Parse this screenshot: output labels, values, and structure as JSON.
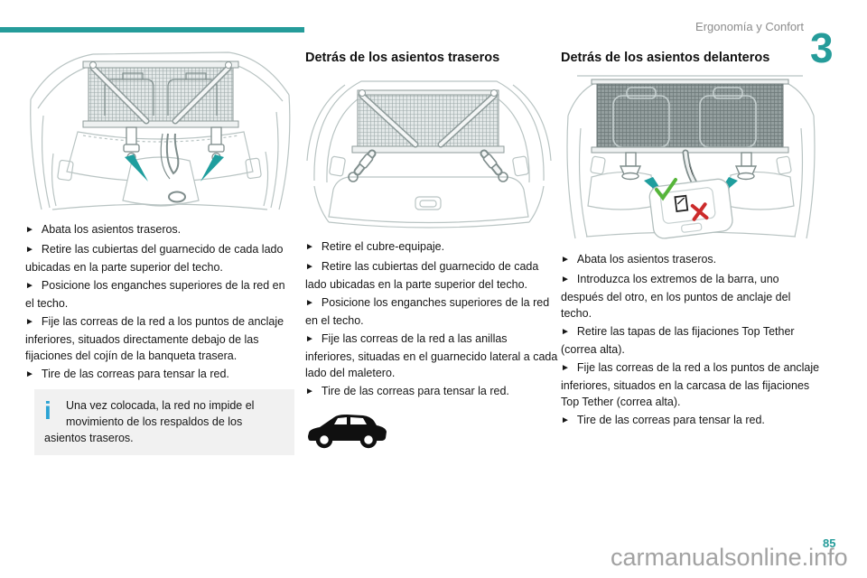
{
  "header": {
    "section_title": "Ergonomía y Confort",
    "chapter_number": "3"
  },
  "glyphs": {
    "bullet": "►",
    "info_icon": "i"
  },
  "colors": {
    "accent_teal": "#259c9a",
    "info_blue": "#2ba3d4",
    "note_background": "#f1f1f1",
    "check_green": "#56b53a",
    "cross_red": "#cc2b2b",
    "line_art_gray": "#b3bfbe"
  },
  "column1": {
    "steps": [
      "Abata los asientos traseros.",
      "Retire las cubiertas del guarnecido de cada lado ubicadas en la parte superior del techo.",
      "Posicione los enganches superiores de la red en el techo.",
      "Fije las correas de la red a los puntos de anclaje inferiores, situados directamente debajo de las fijaciones del cojín de la banqueta trasera.",
      "Tire de las correas para tensar la red."
    ],
    "note": "Una vez colocada, la red no impide el movimiento de los respaldos de los asientos traseros."
  },
  "column2": {
    "heading": "Detrás de los asientos traseros",
    "steps": [
      "Retire el cubre-equipaje.",
      "Retire las cubiertas del guarnecido de cada lado ubicadas en la parte superior del techo.",
      "Posicione los enganches superiores de la red en el techo.",
      "Fije las correas de la red a las anillas inferiores, situadas en el guarnecido lateral a cada lado del maletero.",
      "Tire de las correas para tensar la red."
    ]
  },
  "column3": {
    "heading": "Detrás de los asientos delanteros",
    "steps": [
      "Abata los asientos traseros.",
      "Introduzca los extremos de la barra, uno después del otro, en los puntos de anclaje del techo.",
      "Retire las tapas de las fijaciones Top Tether (correa alta).",
      "Fije las correas de la red a los puntos de anclaje inferiores, situados en la carcasa de las fijaciones Top Tether (correa alta).",
      "Tire de las correas para tensar la red."
    ]
  },
  "footer": {
    "watermark": "carmanualsonline.info",
    "page_number": "85"
  }
}
